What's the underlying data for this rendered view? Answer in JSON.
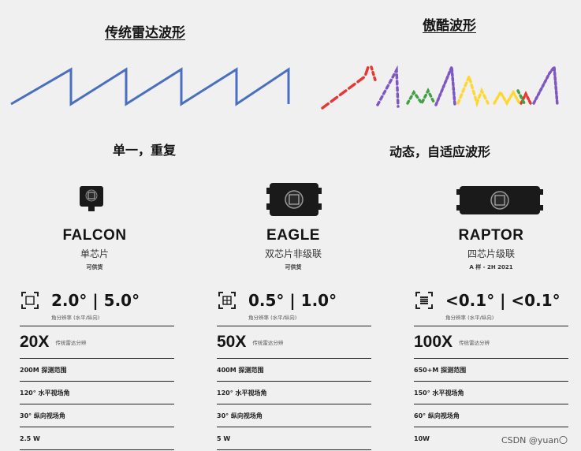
{
  "left_heading": "传统雷达波形",
  "right_heading": "傲酷波形",
  "left_caption": "单一，重复",
  "right_caption": "动态，自适应波形",
  "products": [
    {
      "name": "FALCON",
      "chip": "单芯片",
      "note": "可供货",
      "resolution": "2.0° | 5.0°",
      "resolution_sub": "角分辨率 (水平/纵向)",
      "multiplier": "20X",
      "multiplier_sub": "传统雷达分辨",
      "range": "200M 探测范围",
      "hfov": "120° 水平视场角",
      "vfov": "30° 纵向视场角",
      "power": "2.5 W"
    },
    {
      "name": "EAGLE",
      "chip": "双芯片非级联",
      "note": "可供货",
      "resolution": "0.5° | 1.0°",
      "resolution_sub": "角分辨率 (水平/纵向)",
      "multiplier": "50X",
      "multiplier_sub": "传统雷达分辨",
      "range": "400M 探测范围",
      "hfov": "120° 水平视场角",
      "vfov": "30° 纵向视场角",
      "power": "5 W"
    },
    {
      "name": "RAPTOR",
      "chip": "四芯片级联",
      "note": "A 样 - 2H 2021",
      "resolution": "<0.1° | <0.1°",
      "resolution_sub": "角分辨率 (水平/纵向)",
      "multiplier": "100X",
      "multiplier_sub": "传统雷达分辨",
      "range": "650+M 探测范围",
      "hfov": "150° 水平视场角",
      "vfov": "60° 纵向视场角",
      "power": "10W"
    }
  ],
  "watermark": "CSDN @yuan〇",
  "colors": {
    "sawtooth": "#4a6fbf",
    "dash": [
      "#e53935",
      "#7e57c2",
      "#43a047",
      "#fdd835",
      "#e53935",
      "#7e57c2"
    ]
  }
}
